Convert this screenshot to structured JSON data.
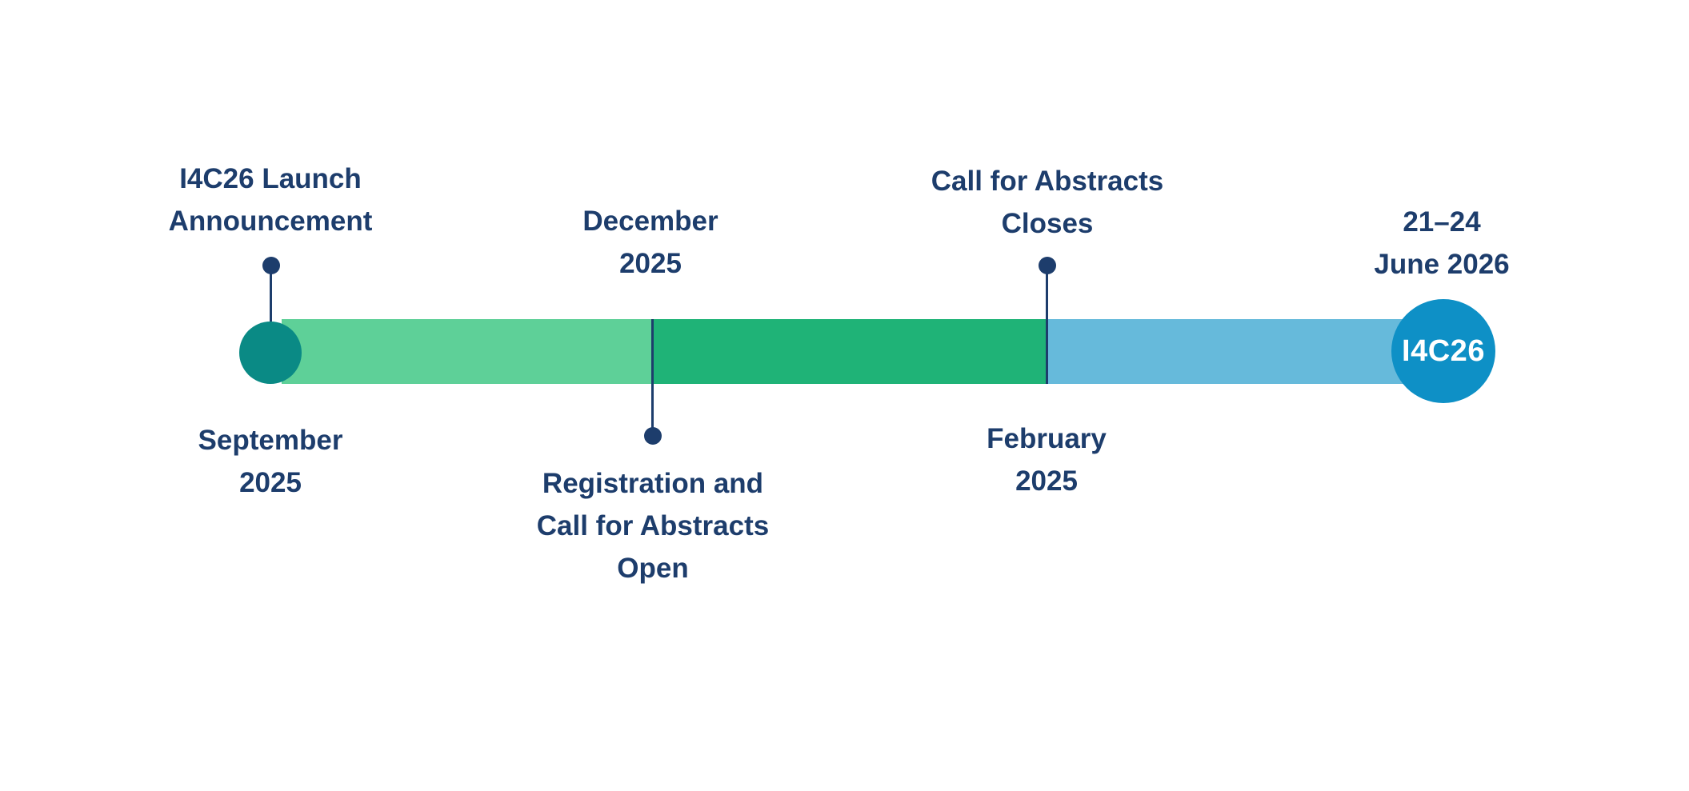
{
  "colors": {
    "background": "#ffffff",
    "text_navy": "#1d3d6c",
    "segment_light_green": "#5ed098",
    "segment_green": "#1fb377",
    "segment_light_blue": "#66badb",
    "start_circle_teal": "#0a8a85",
    "event_circle_blue": "#0e90c6",
    "badge_text": "#ffffff"
  },
  "timeline": {
    "type": "timeline",
    "milestones": [
      {
        "title": [
          "I4C26 Launch",
          "Announcement"
        ],
        "date": [
          "September",
          "2025"
        ]
      },
      {
        "date": [
          "December",
          "2025"
        ],
        "title": [
          "Registration and",
          "Call for Abstracts",
          "Open"
        ]
      },
      {
        "title": [
          "Call for Abstracts",
          "Closes"
        ],
        "date": [
          "February",
          "2025"
        ]
      },
      {
        "date": [
          "21–24",
          "June 2026"
        ],
        "badge": "I4C26"
      }
    ],
    "segments": [
      {
        "name": "phase-1",
        "color": "#5ed098"
      },
      {
        "name": "phase-2",
        "color": "#1fb377"
      },
      {
        "name": "phase-3",
        "color": "#66badb"
      }
    ]
  }
}
